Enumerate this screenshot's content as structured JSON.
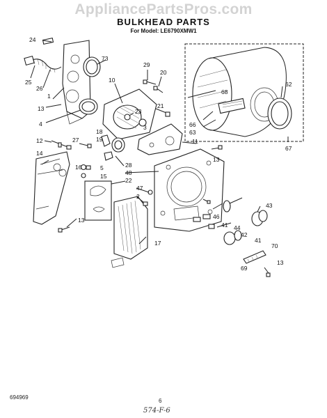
{
  "watermark": "AppliancePartsPros.com",
  "header": {
    "title": "BULKHEAD PARTS",
    "model": "For Model: LE6790XMW1"
  },
  "footer": {
    "doc_number": "694969",
    "page": "6",
    "handwritten": "574-F-6"
  },
  "callouts": [
    "24",
    "25",
    "26",
    "73",
    "1",
    "13",
    "4",
    "10",
    "23",
    "29",
    "20",
    "21",
    "3",
    "27",
    "18",
    "19",
    "12",
    "14",
    "16",
    "5",
    "15",
    "28",
    "48",
    "22",
    "47",
    "2",
    "17",
    "13",
    "11",
    "66",
    "63",
    "68",
    "62",
    "67",
    "13",
    "43",
    "46",
    "41",
    "44",
    "42",
    "41",
    "70",
    "69",
    "13"
  ]
}
